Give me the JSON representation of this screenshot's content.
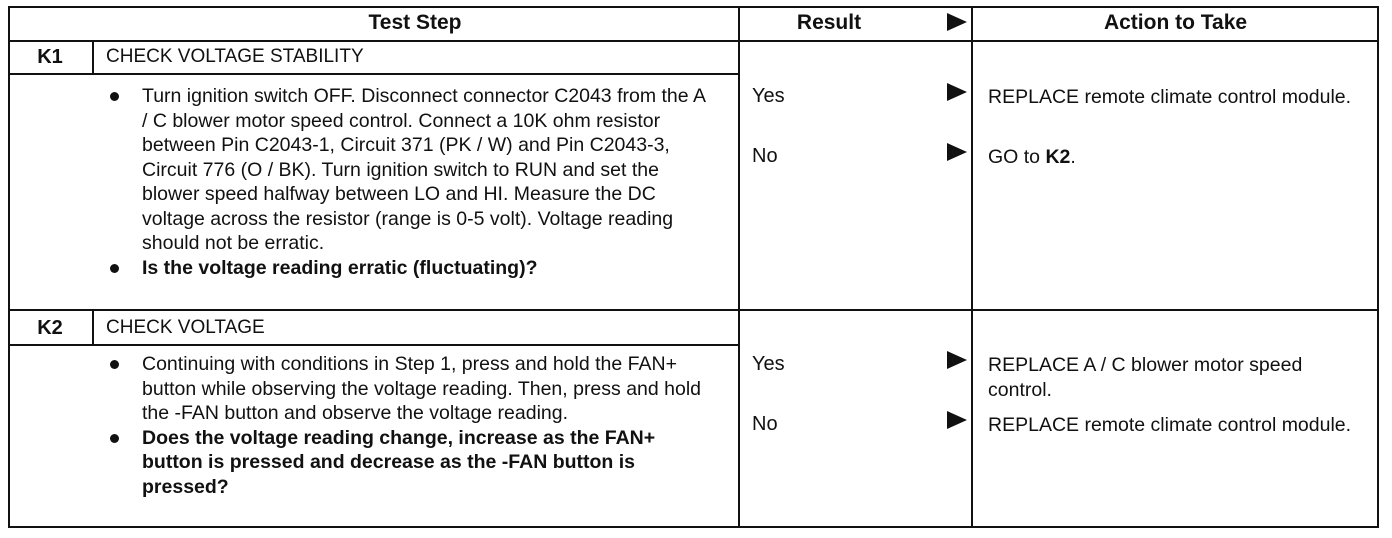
{
  "header": {
    "test_step": "Test Step",
    "result": "Result",
    "action": "Action to Take"
  },
  "steps": [
    {
      "id": "K1",
      "title": "CHECK VOLTAGE STABILITY",
      "bullets": [
        {
          "text": "Turn ignition switch OFF. Disconnect connector C2043 from the A / C blower motor speed control. Connect a 10K ohm resistor between Pin C2043-1, Circuit 371 (PK / W) and Pin C2043-3, Circuit 776 (O / BK). Turn ignition switch to RUN and set the blower speed halfway between LO and HI. Measure the DC voltage across the resistor (range is 0-5 volt). Voltage reading should not be erratic.",
          "bold": false
        },
        {
          "text": "Is the voltage reading erratic (fluctuating)?",
          "bold": true
        }
      ],
      "results": [
        {
          "result": "Yes",
          "action": "REPLACE remote climate control module."
        },
        {
          "result": "No",
          "action_prefix": "GO to ",
          "action_bold": "K2",
          "action_suffix": "."
        }
      ]
    },
    {
      "id": "K2",
      "title": "CHECK VOLTAGE",
      "bullets": [
        {
          "text": "Continuing with conditions in Step 1, press and hold the FAN+ button while observing the voltage reading. Then, press and hold the -FAN button and observe the voltage reading.",
          "bold": false
        },
        {
          "text": "Does the voltage reading change, increase as the FAN+ button is pressed and decrease as the -FAN button is pressed?",
          "bold": true
        }
      ],
      "results": [
        {
          "result": "Yes",
          "action": "REPLACE A / C blower motor speed control."
        },
        {
          "result": "No",
          "action": "REPLACE remote climate control module."
        }
      ]
    }
  ]
}
